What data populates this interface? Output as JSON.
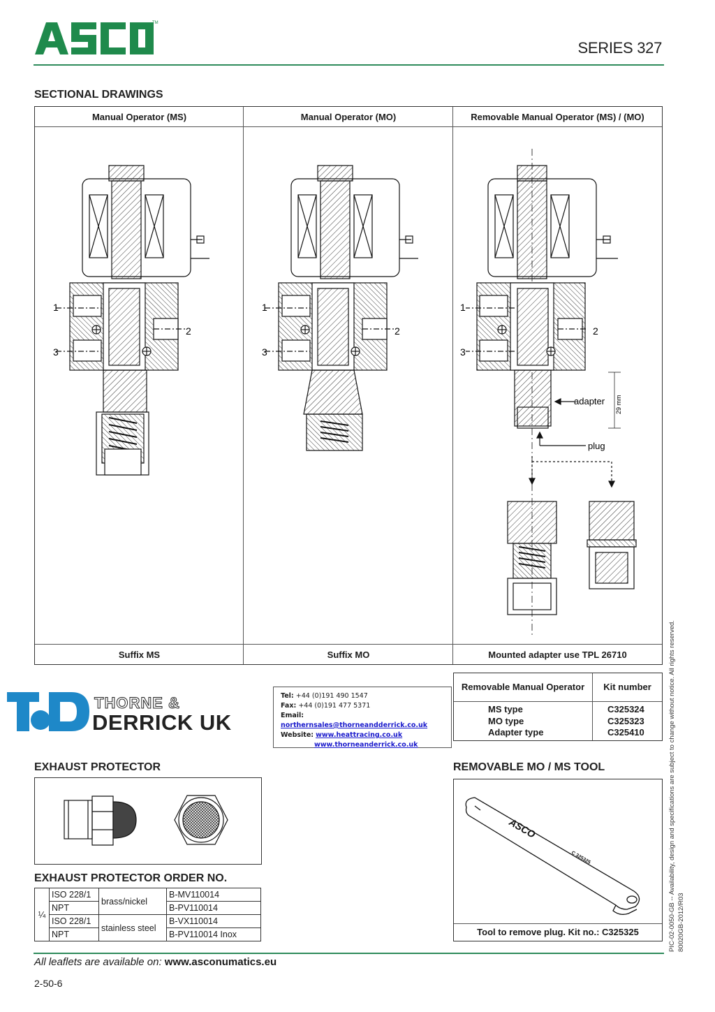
{
  "header": {
    "brand": "ASCO",
    "trademark": "TM",
    "series": "SERIES 327",
    "brand_color": "#1f8a4c",
    "rule_color": "#2d8a5a"
  },
  "sectional": {
    "title": "SECTIONAL DRAWINGS",
    "columns": [
      {
        "head": "Manual Operator (MS)",
        "foot": "Suffix MS"
      },
      {
        "head": "Manual Operator (MO)",
        "foot": "Suffix MO"
      },
      {
        "head": "Removable Manual Operator (MS) / (MO)",
        "foot": "Mounted adapter use TPL 26710"
      }
    ],
    "port_labels": [
      "1",
      "2",
      "3"
    ],
    "adapter_label": "adapter",
    "plug_label": "plug",
    "dimension": "29 mm"
  },
  "kit": {
    "head_left": "Removable Manual Operator",
    "head_right": "Kit number",
    "rows": [
      {
        "type": "MS type",
        "kit": "C325324"
      },
      {
        "type": "MO type",
        "kit": "C325323"
      },
      {
        "type": "Adapter type",
        "kit": "C325410"
      }
    ]
  },
  "distributor": {
    "name_line1": "THORNE &",
    "name_line2": "DERRICK UK",
    "tel_label": "Tel:",
    "tel": "+44 (0)191 490 1547",
    "fax_label": "Fax:",
    "fax": "+44 (0)191 477 5371",
    "email_label": "Email:",
    "email": "northernsales@thorneandderrick.co.uk",
    "web_label": "Website:",
    "web1": "www.heattracing.co.uk",
    "web2": "www.thorneanderrick.co.uk",
    "logo_color": "#1e88c8"
  },
  "exhaust": {
    "title": "EXHAUST PROTECTOR",
    "order_title": "EXHAUST PROTECTOR ORDER NO.",
    "size": "¼",
    "rows": [
      {
        "thread": "ISO 228/1",
        "material": "brass/nickel",
        "order": "B-MV110014"
      },
      {
        "thread": "NPT",
        "order": "B-PV110014"
      },
      {
        "thread": "ISO 228/1",
        "material": "stainless steel",
        "order": "B-VX110014"
      },
      {
        "thread": "NPT",
        "order": "B-PV110014 Inox"
      }
    ]
  },
  "tool": {
    "title": "REMOVABLE MO / MS TOOL",
    "caption": "Tool to remove plug. Kit no.: C325325",
    "engraving_brand": "ASCO",
    "engraving_code": "C 325325"
  },
  "footer": {
    "leaflet_text": "All leaflets are available on: ",
    "url": "www.asconumatics.eu",
    "page": "2-50-6",
    "side_line1": "PIC-02-0050-GB -- Availability, design and specifications are subject to change without notice. All rights reserved.",
    "side_line2": "80020GB-2012/R03"
  }
}
